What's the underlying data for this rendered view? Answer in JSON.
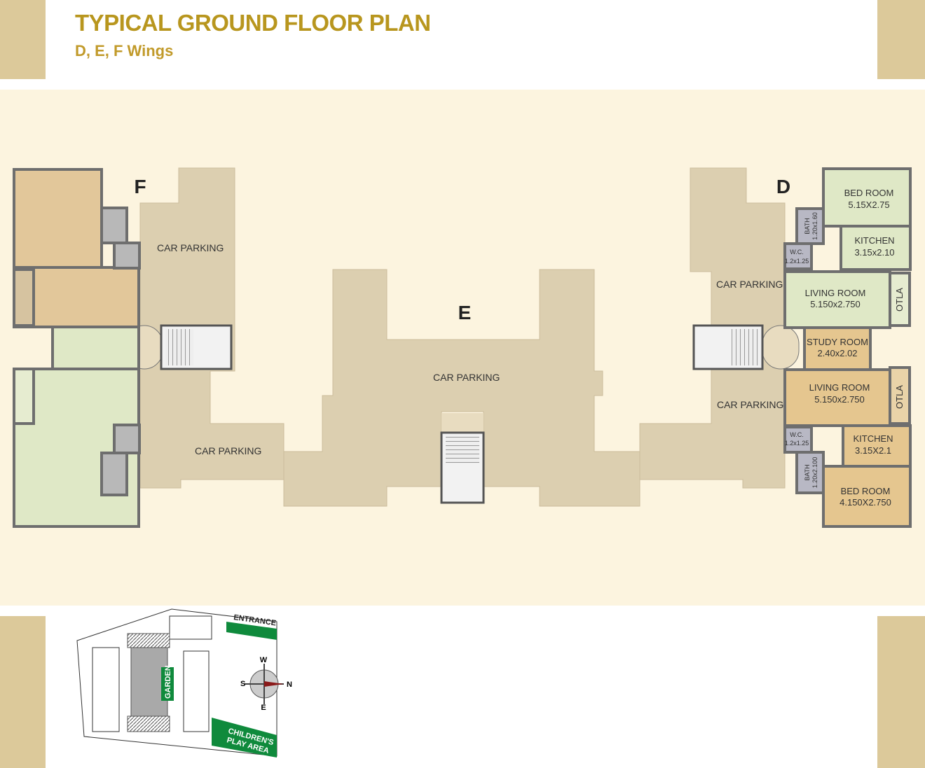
{
  "header": {
    "title": "TYPICAL GROUND FLOOR PLAN",
    "subtitle": "D, E, F Wings"
  },
  "colors": {
    "title": "#b8961e",
    "parking": "#dccfb0",
    "background": "#fcf4df",
    "band": "#dcc99a",
    "green_room": "#dfe8c6",
    "orange_room": "#e5c68f",
    "walls": "#6e6e6e",
    "keyplan_green": "#0f8a3c"
  },
  "plan": {
    "wings": {
      "f": "F",
      "e": "E",
      "d": "D"
    },
    "parking": {
      "f_top": "CAR PARKING",
      "f_bottom": "CAR PARKING",
      "e": "CAR PARKING",
      "d_top": "CAR PARKING",
      "d_bottom": "CAR PARKING"
    },
    "d_rooms": [
      {
        "name": "BED ROOM",
        "size": "5.15X2.75"
      },
      {
        "name": "BATH",
        "size": "1.20x1.60"
      },
      {
        "name": "KITCHEN",
        "size": "3.15x2.10"
      },
      {
        "name": "W.C.",
        "size": "1.2x1.25"
      },
      {
        "name": "LIVING ROOM",
        "size": "5.150x2.750"
      },
      {
        "name": "OTLA",
        "size": ""
      },
      {
        "name": "STUDY ROOM",
        "size": "2.40x2.02"
      },
      {
        "name": "LIVING ROOM",
        "size": "5.150x2.750"
      },
      {
        "name": "OTLA",
        "size": ""
      },
      {
        "name": "W.C.",
        "size": "1.2x1.25"
      },
      {
        "name": "KITCHEN",
        "size": "3.15X2.1"
      },
      {
        "name": "BATH",
        "size": "1.20x2.100"
      },
      {
        "name": "BED ROOM",
        "size": "4.150X2.750"
      }
    ]
  },
  "key_plan": {
    "entrance": "ENTRANCE",
    "garden": "GARDEN",
    "play_area_1": "CHILDREN'S",
    "play_area_2": "PLAY AREA",
    "compass": {
      "w": "W",
      "s": "S",
      "n": "N",
      "e": "E"
    }
  }
}
